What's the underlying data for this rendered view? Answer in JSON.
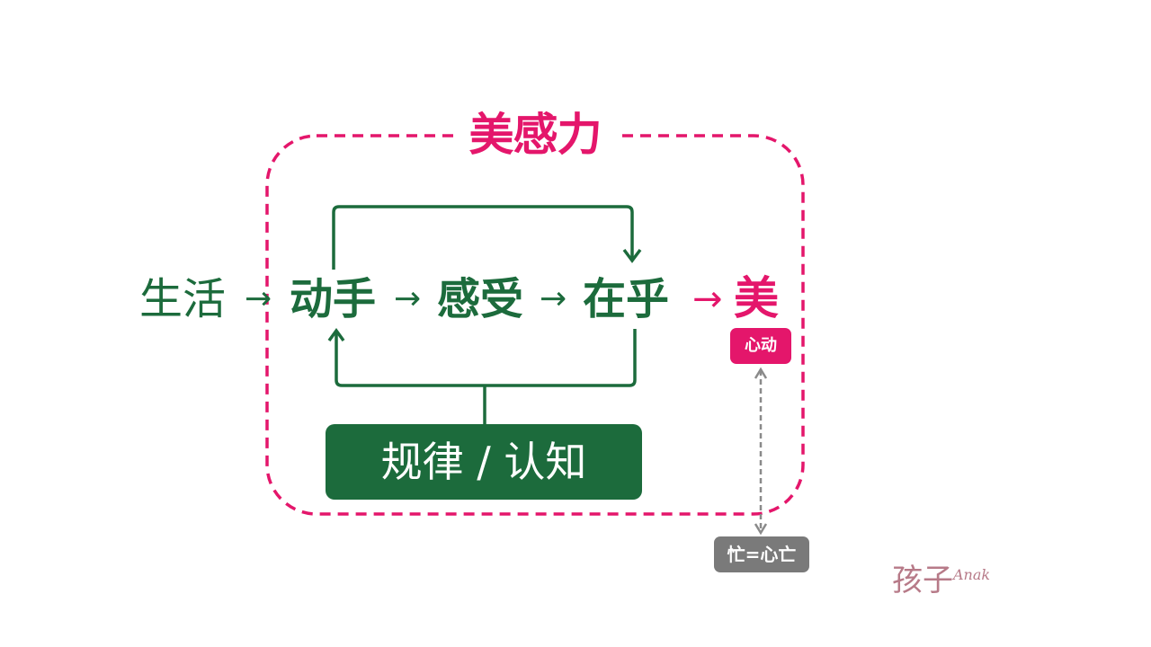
{
  "diagram": {
    "title": "美感力",
    "flow": {
      "start": "生活",
      "step1": "动手",
      "step2": "感受",
      "step3": "在乎",
      "end": "美",
      "arrow": "→"
    },
    "end_badge": "心动",
    "rule_box": "规律 / 认知",
    "contrast_badge": "忙=心亡",
    "logo": {
      "zh": "孩子",
      "en": "Anak"
    },
    "colors": {
      "accent_pink": "#e4166b",
      "green": "#1c6b3c",
      "gray": "#7a7a7a",
      "logo": "#b77a88"
    }
  }
}
